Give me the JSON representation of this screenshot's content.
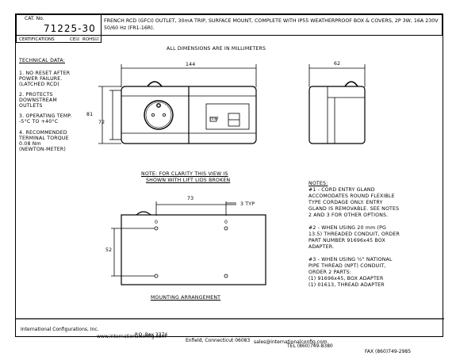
{
  "header": {
    "cat_label": "CAT. No.",
    "cat_number": "71225-30",
    "description": "FRENCH RCD (GFCI) OUTLET, 30mA TRIP, SURFACE MOUNT, COMPLETE WITH IP55 WEATHERPROOF BOX & COVERS, 2P 3W, 16A 230V 50/60 Hz (FR1-16R).",
    "certifications": "CERTIFICATIONS",
    "ce": "CE",
    "rohs": "ROHS"
  },
  "dims_note": "ALL DIMENSIONS ARE IN MILLIMETERS",
  "technical": {
    "title": "TECHNICAL DATA:",
    "items": [
      "1. NO RESET AFTER",
      "POWER FAILURE.",
      "(LATCHED RCD)",
      "2. PROTECTS",
      "DOWNSTREAM",
      "OUTLETS",
      "3. OPERATING TEMP.",
      "-5°C TO +40°C",
      "4. RECOMMENDED",
      "TERMINAL TORQUE",
      "0.08 Nm",
      "(NEWTON-METER)"
    ]
  },
  "dimensions": {
    "width": "144",
    "depth": "62",
    "height_outer": "81",
    "height_inner": "72",
    "mount_spacing": "73",
    "mount_height": "52",
    "typ": "3 TYP",
    "zero_a": "0",
    "zero_b": "0"
  },
  "front_labels": {
    "test": "TEST"
  },
  "clarity_note": [
    "NOTE: FOR CLARITY THIS VIEW IS",
    "SHOWN WITH LIFT LIDS BROKEN"
  ],
  "mounting_label": "MOUNTING ARRANGEMENT",
  "notes": {
    "title": "NOTES:",
    "lines": [
      "#1 - CORD ENTRY GLAND",
      "ACCOMODATES ROUND FLEXIBLE",
      "TYPE CORDAGE ONLY. ENTRY",
      "GLAND IS REMOVABLE. SEE NOTES",
      "2 AND 3 FOR OTHER OPTIONS.",
      "",
      "#2 - WHEN USING 20 mm (PG",
      "13.5) THREADED CONDUIT, ORDER",
      "PART NUMBER 91696x45 BOX",
      "ADAPTER.",
      "",
      "#3 - WHEN USING ½\" NATIONAL",
      "PIPE THREAD (NPT) CONDUIT,",
      "ORDER 2 PARTS:",
      "(1) 91696x45, BOX ADAPTER",
      "(1) 01613, THREAD ADAPTER"
    ]
  },
  "footer": {
    "company": "International Configurations, Inc.",
    "po": "P.O. Box 3374",
    "city": "Enfield, Connecticut 06083",
    "tel": "TEL (860)749-8380",
    "fax": "FAX (860)749-2985",
    "web": "www.internationalconfig.com",
    "email": "sales@internationalconfig.com"
  }
}
